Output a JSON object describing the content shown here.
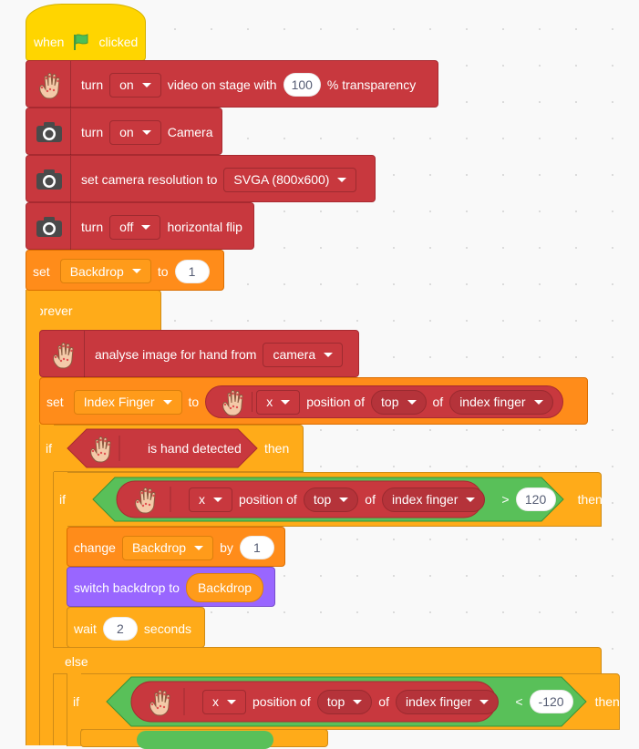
{
  "hat": {
    "when": "when",
    "clicked": "clicked",
    "flag_icon": "green-flag-icon"
  },
  "b1": {
    "turn": "turn",
    "state": "on",
    "video": "video on stage with",
    "value": "100",
    "transparency": "% transparency"
  },
  "b2": {
    "turn": "turn",
    "state": "on",
    "camera": "Camera"
  },
  "b3": {
    "text": "set camera resolution to",
    "resolution": "SVGA (800x600)"
  },
  "b4": {
    "turn": "turn",
    "state": "off",
    "flip": "horizontal flip"
  },
  "b5": {
    "set": "set",
    "var": "Backdrop",
    "to": "to",
    "value": "1"
  },
  "forever": "forever",
  "b6": {
    "text": "analyse image for hand from",
    "source": "camera"
  },
  "b7": {
    "set": "set",
    "var": "Index Finger",
    "to": "to",
    "axis": "x",
    "position_of": "position of",
    "part": "top",
    "of": "of",
    "finger": "index finger"
  },
  "if1": {
    "if": "if",
    "cond": "is hand detected",
    "then": "then"
  },
  "if2": {
    "if": "if",
    "axis": "x",
    "position_of": "position of",
    "part": "top",
    "of": "of",
    "finger": "index finger",
    "op": ">",
    "value": "120",
    "then": "then"
  },
  "c1": {
    "change": "change",
    "var": "Backdrop",
    "by": "by",
    "value": "1"
  },
  "c2": {
    "text": "switch backdrop to",
    "reporter": "Backdrop"
  },
  "c3": {
    "wait": "wait",
    "value": "2",
    "seconds": "seconds"
  },
  "else": "else",
  "if3": {
    "if": "if",
    "axis": "x",
    "position_of": "position of",
    "part": "top",
    "of": "of",
    "finger": "index finger",
    "op": "<",
    "value": "-120",
    "then": "then"
  },
  "colors": {
    "hat": "#ffd500",
    "extension": "#c8383e",
    "control": "#ffab19",
    "variables": "#ff8c1a",
    "operators": "#59c059",
    "looks": "#9966ff"
  }
}
